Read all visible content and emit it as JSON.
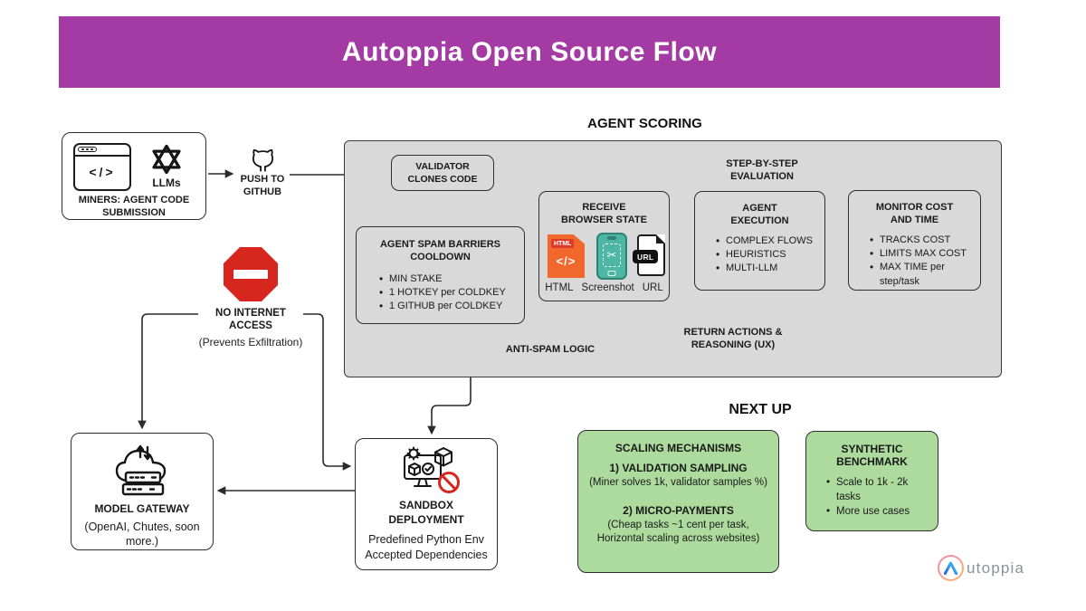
{
  "banner": {
    "title": "Autoppia Open Source Flow"
  },
  "miners": {
    "title_line1": "MINERS: AGENT CODE",
    "title_line2": "SUBMISSION",
    "llms_label": "LLMs",
    "code_glyph": "</>"
  },
  "push_github": {
    "line1": "PUSH TO",
    "line2": "GITHUB"
  },
  "scoring": {
    "title": "AGENT SCORING",
    "validator": {
      "line1": "VALIDATOR",
      "line2": "CLONES CODE"
    },
    "step_label": "STEP-BY-STEP EVALUATION",
    "receive": {
      "line1": "RECEIVE",
      "line2": "BROWSER STATE",
      "html_badge": "HTML",
      "code_glyph": "</>",
      "scissors_glyph": "✂",
      "url_badge": "URL",
      "caption_html": "HTML",
      "caption_screenshot": "Screenshot",
      "caption_url": "URL"
    },
    "execution": {
      "line1": "AGENT",
      "line2": "EXECUTION",
      "bullets": [
        "COMPLEX FLOWS",
        "HEURISTICS",
        "MULTI-LLM"
      ]
    },
    "monitor": {
      "line1": "MONITOR COST",
      "line2": "AND TIME",
      "bullets": [
        "TRACKS COST",
        "LIMITS MAX COST",
        "MAX TIME per step/task"
      ]
    },
    "spam": {
      "line1": "AGENT SPAM BARRIERS",
      "line2": "COOLDOWN",
      "bullets": [
        "MIN STAKE",
        "1 HOTKEY per COLDKEY",
        "1 GITHUB per COLDKEY"
      ]
    },
    "return_line1": "RETURN ACTIONS &",
    "return_line2": "REASONING (UX)",
    "antispam_label": "ANTI-SPAM LOGIC"
  },
  "no_internet": {
    "line1": "NO INTERNET",
    "line2": "ACCESS",
    "subtitle": "(Prevents Exfiltration)"
  },
  "model_gateway": {
    "title": "MODEL GATEWAY",
    "subtitle_line1": "(OpenAI, Chutes, soon",
    "subtitle_line2": "more.)"
  },
  "sandbox": {
    "title_line1": "SANDBOX",
    "title_line2": "DEPLOYMENT",
    "subtitle_line1": "Predefined Python Env",
    "subtitle_line2": "Accepted Dependencies"
  },
  "next_up": {
    "title": "NEXT UP",
    "scaling": {
      "title": "SCALING MECHANISMS",
      "item1_title": "1) VALIDATION SAMPLING",
      "item1_desc": "(Miner solves 1k, validator samples %)",
      "item2_title": "2) MICRO-PAYMENTS",
      "item2_desc_line1": "(Cheap tasks ~1 cent per task,",
      "item2_desc_line2": "Horizontal scaling across websites)"
    },
    "synthetic": {
      "title_line1": "SYNTHETIC",
      "title_line2": "BENCHMARK",
      "bullets": [
        "Scale to 1k - 2k tasks",
        "More use cases"
      ]
    }
  },
  "logo": {
    "text": "utoppia"
  }
}
